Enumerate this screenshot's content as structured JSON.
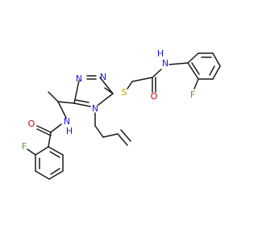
{
  "atoms": {
    "n_triazole_1": {
      "label": "N",
      "color": "#1a1ad8"
    },
    "n_triazole_2": {
      "label": "N",
      "color": "#1a1ad8"
    },
    "n_triazole_4": {
      "label": "N",
      "color": "#1a1ad8"
    },
    "s_thioether": {
      "label": "S",
      "color": "#c8a000"
    },
    "nh_anilide": {
      "label": "N\nH",
      "label_n": "N",
      "label_h": "H",
      "color": "#1a1ad8"
    },
    "o_anilide": {
      "label": "O",
      "color": "#e00000"
    },
    "f_top": {
      "label": "F",
      "color": "#5a9e36"
    },
    "o_benzamide": {
      "label": "O",
      "color": "#e00000"
    },
    "nh_benzamide": {
      "label": "N\nH",
      "label_n": "N",
      "label_h": "H",
      "color": "#1a1ad8"
    },
    "f_bottom": {
      "label": "F",
      "color": "#5a9e36"
    }
  }
}
